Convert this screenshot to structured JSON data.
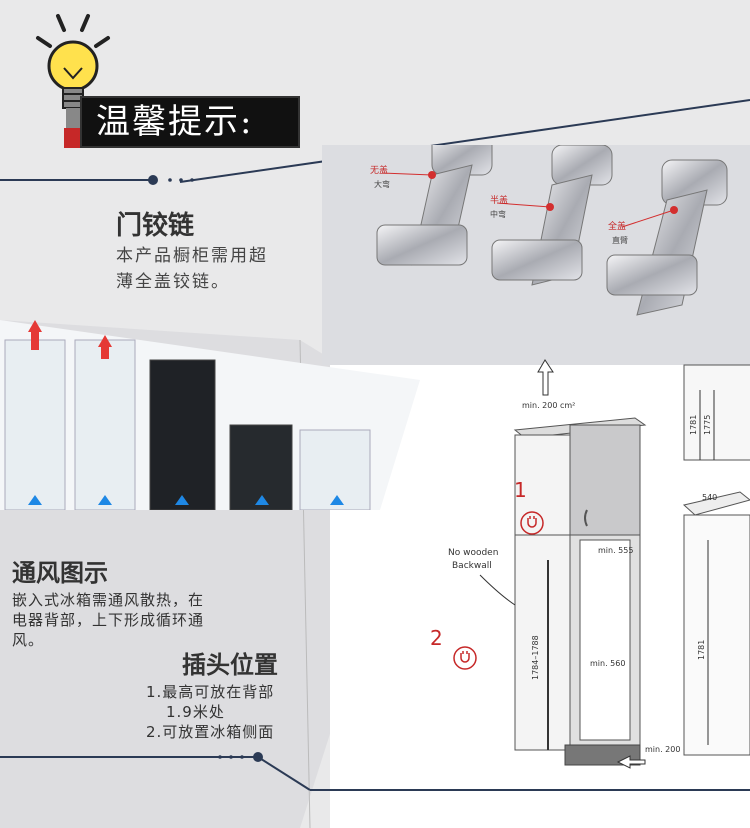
{
  "banner": {
    "title": "温馨提示:"
  },
  "hinge": {
    "title": "门铰链",
    "desc_line1": "本产品橱柜需用超",
    "desc_line2": "薄全盖铰链。",
    "labels": [
      {
        "main": "无盖",
        "sub": "大弯"
      },
      {
        "main": "半盖",
        "sub": "中弯"
      },
      {
        "main": "全盖",
        "sub": "直臂"
      }
    ]
  },
  "ventilation": {
    "title": "通风图示",
    "desc_line1": "嵌入式冰箱需通风散热，在",
    "desc_line2": "电器背部，上下形成循环通",
    "desc_line3": "风。"
  },
  "plug": {
    "title": "插头位置",
    "line1": "1.最高可放在背部",
    "line2": "1.9米处",
    "line3": "2.可放置冰箱侧面"
  },
  "diagram": {
    "min_top": "min. 200 cm²",
    "min_bottom": "min. 200 cm²",
    "no_backwall_1": "No wooden",
    "no_backwall_2": "Backwall",
    "min_555": "min. 555",
    "min_560": "min. 560",
    "height_range": "1784–1788",
    "marker_1": "1",
    "marker_2": "2",
    "dim_1781": "1781",
    "dim_1775": "1775",
    "dim_540": "540",
    "dim_1781_b": "1781"
  },
  "colors": {
    "accent_red": "#c62828",
    "navy": "#2b3a55",
    "banner_bg": "#111111"
  }
}
